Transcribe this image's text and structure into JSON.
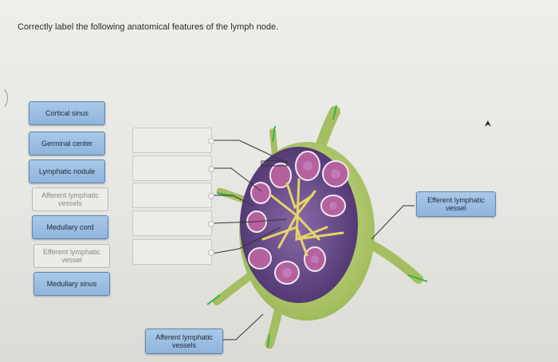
{
  "question": "Correctly label the following anatomical features of the lymph node.",
  "bank": [
    {
      "label": "Cortical sinus",
      "state": "active"
    },
    {
      "label": "Germinal center",
      "state": "active"
    },
    {
      "label": "Lymphatic nodule",
      "state": "active"
    },
    {
      "label": "Afferent lymphatic vessels",
      "state": "used"
    },
    {
      "label": "Medullary cord",
      "state": "active"
    },
    {
      "label": "Efferent lymphatic vessel",
      "state": "used"
    },
    {
      "label": "Medullary sinus",
      "state": "active"
    }
  ],
  "drop_zones": [
    "",
    "",
    "",
    "",
    ""
  ],
  "placed": {
    "efferent": "Efferent lymphatic vessel",
    "afferent": "Afferent lymphatic vessels"
  },
  "colors": {
    "chip_active": "#9dbfe2",
    "capsule": "#b7cc74",
    "cortex": "#6f4f8f",
    "medulla": "#e7d86a",
    "arrow": "#2fb24a"
  }
}
